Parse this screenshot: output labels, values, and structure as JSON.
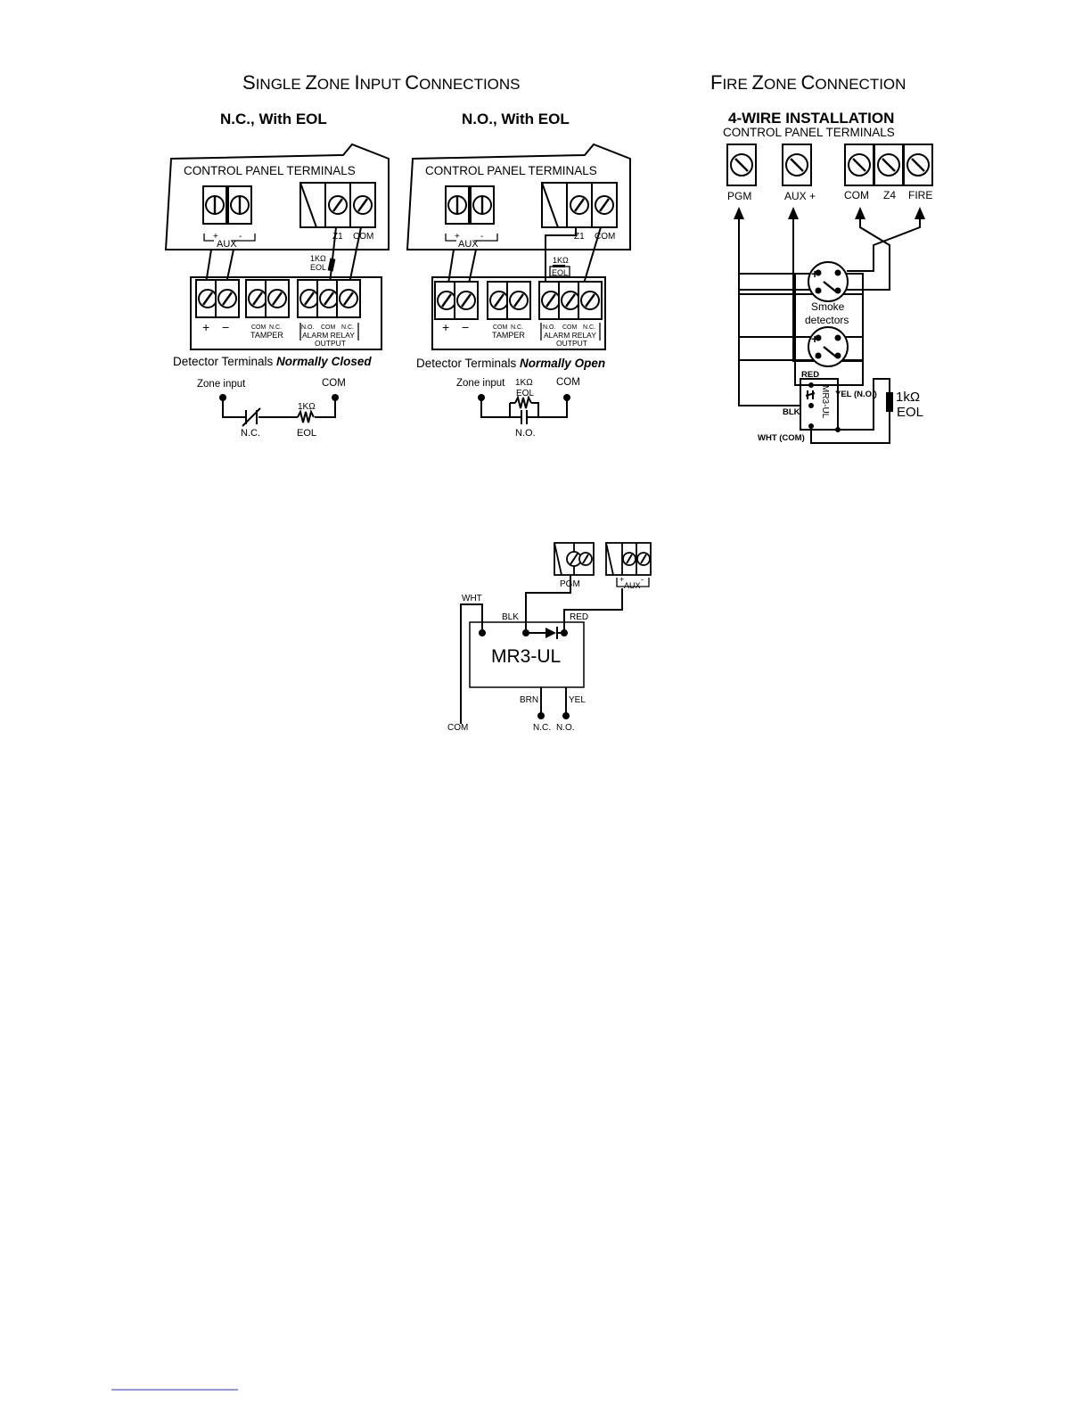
{
  "headings": {
    "single_zone_cap1": "S",
    "single_zone_rest1": "INGLE ",
    "single_zone_cap2": "Z",
    "single_zone_rest2": "ONE ",
    "single_zone_cap3": "I",
    "single_zone_rest3": "NPUT ",
    "single_zone_cap4": "C",
    "single_zone_rest4": "ONNECTIONS",
    "fire_cap1": "F",
    "fire_rest1": "IRE ",
    "fire_cap2": "Z",
    "fire_rest2": "ONE ",
    "fire_cap3": "C",
    "fire_rest3": "ONNECTION"
  },
  "nc_diagram": {
    "title": "N.C., With EOL",
    "panel_label": "CONTROL PANEL TERMINALS",
    "plus": "+",
    "minus": "-",
    "aux": "AUX",
    "z1": "Z1",
    "com": "COM",
    "eol_value": "1KΩ",
    "eol": "EOL",
    "det_plus": "+",
    "det_minus": "−",
    "tamper_com": "COM",
    "tamper_nc": "N.C.",
    "tamper": "TAMPER",
    "relay_no": "N.O.",
    "relay_com": "COM",
    "relay_nc": "N.C.",
    "relay1": "ALARM RELAY",
    "relay2": "OUTPUT",
    "detector_caption": "Detector Terminals ",
    "detector_mode": "Normally Closed",
    "zone_input": "Zone input",
    "sch_com": "COM",
    "sch_res": "1KΩ",
    "sch_contact": "N.C.",
    "sch_eol": "EOL"
  },
  "no_diagram": {
    "title": "N.O., With EOL",
    "panel_label": "CONTROL PANEL TERMINALS",
    "plus": "+",
    "minus": "-",
    "aux": "AUX",
    "z1": "Z1",
    "com": "COM",
    "eol_value": "1KΩ",
    "eol": "EOL",
    "det_plus": "+",
    "det_minus": "−",
    "tamper_com": "COM",
    "tamper_nc": "N.C.",
    "tamper": "TAMPER",
    "relay_no": "N.O.",
    "relay_com": "COM",
    "relay_nc": "N.C.",
    "relay1": "ALARM RELAY",
    "relay2": "OUTPUT",
    "detector_caption": "Detector Terminals ",
    "detector_mode": "Normally Open",
    "zone_input": "Zone input",
    "sch_res": "1KΩ",
    "sch_eol": "EOL",
    "sch_com": "COM",
    "sch_contact": "N.O."
  },
  "fire_diagram": {
    "install": "4-WIRE INSTALLATION",
    "panel_label": "CONTROL PANEL TERMINALS",
    "pgm": "PGM",
    "aux_plus": "AUX +",
    "com": "COM",
    "z4": "Z4",
    "fire": "FIRE",
    "smoke1": "Smoke",
    "smoke2": "detectors",
    "red": "RED",
    "yel": "YEL (N.O.)",
    "mr3": "MR3-UL",
    "blk": "BLK",
    "wht": "WHT (COM)",
    "res": "1kΩ",
    "eol": "EOL",
    "sd_plus": "+",
    "sd_minus": "-"
  },
  "relay_diagram": {
    "pgm": "PGM",
    "aux": "AUX",
    "plus": "+",
    "minus": "-",
    "wht": "WHT",
    "blk": "BLK",
    "red": "RED",
    "module": "MR3-UL",
    "brn": "BRN",
    "yel": "YEL",
    "com": "COM",
    "nc": "N.C.",
    "no": "N.O."
  },
  "colors": {
    "ink": "#000000",
    "footnote_rule": "#1a3aa8"
  }
}
